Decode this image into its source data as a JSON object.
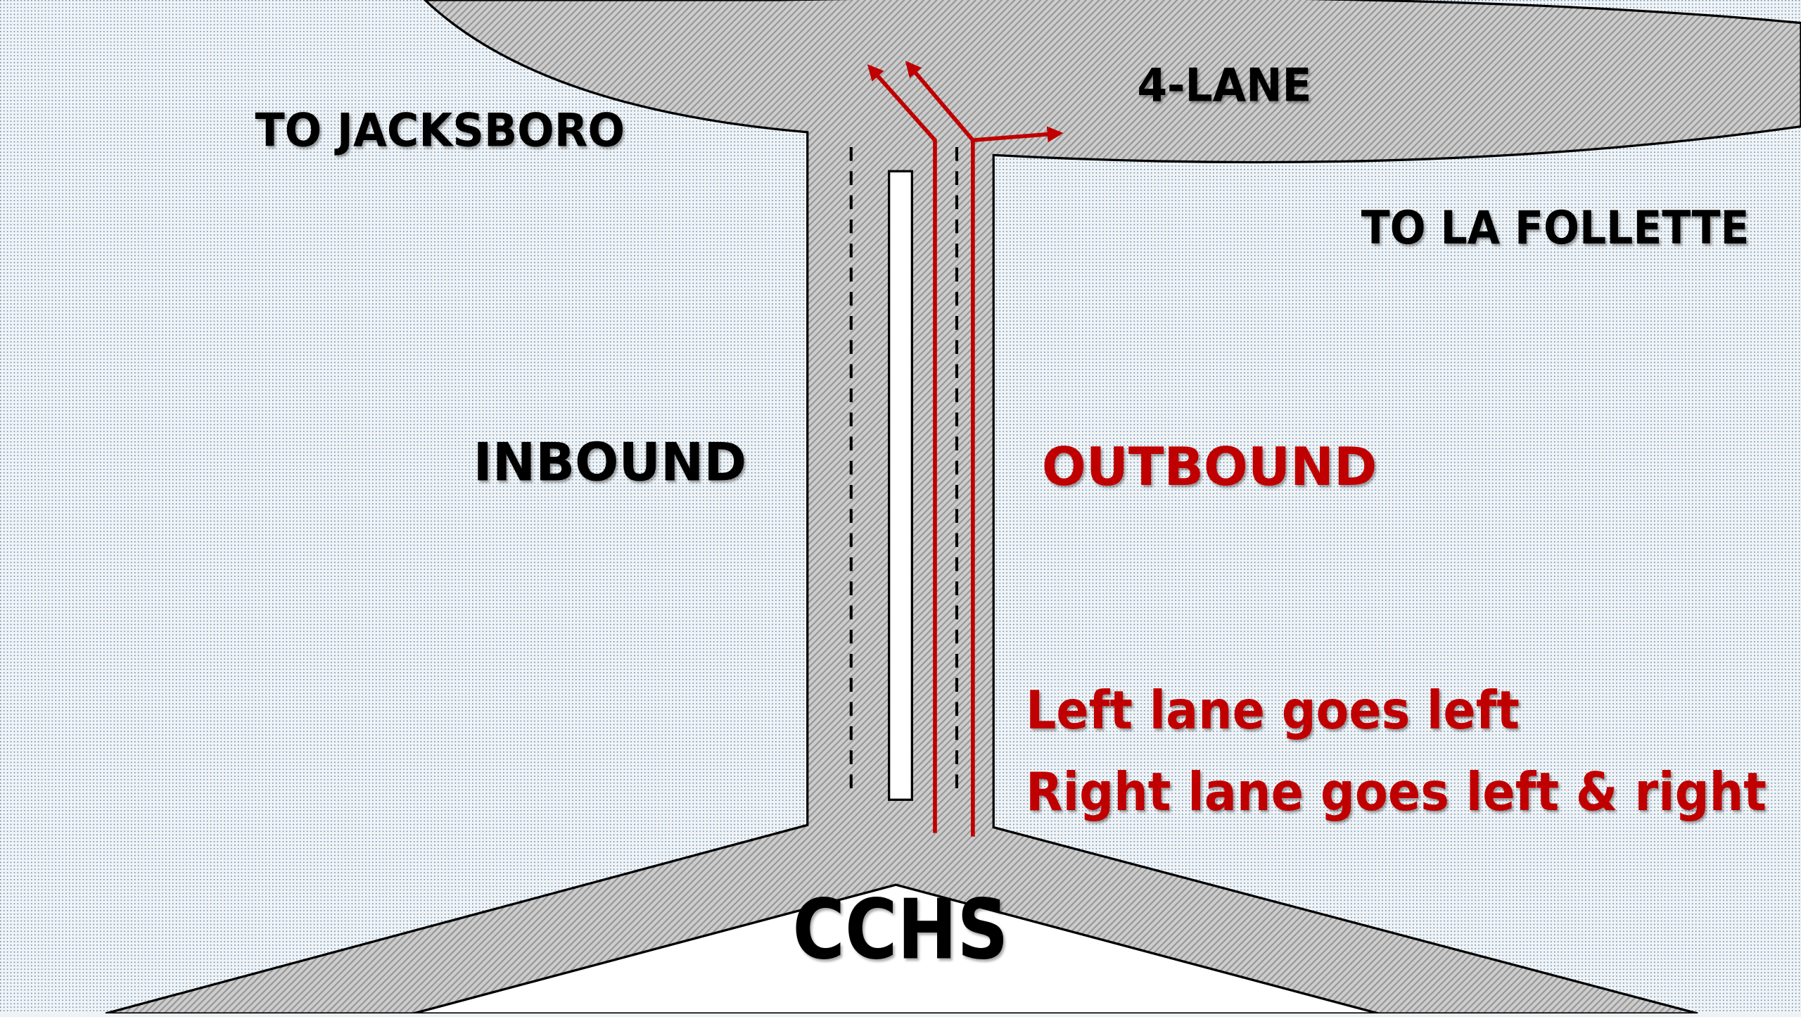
{
  "diagram": {
    "title": "CCHS traffic lane diagram",
    "labels": {
      "to_jacksboro": "TO JACKSBORO",
      "four_lane": "4-LANE",
      "to_la_follette": "TO LA FOLLETTE",
      "inbound": "INBOUND",
      "outbound": "OUTBOUND",
      "left_lane_rule": "Left lane goes left",
      "right_lane_rule": "Right lane goes left & right",
      "school": "CCHS"
    },
    "colors": {
      "background": "#eef2f5",
      "dots": "#6a8fb0",
      "road": "#c8c8c8",
      "road_stripe": "#9a9a9a",
      "outline": "#000000",
      "accent_red": "#c00000",
      "median": "#ffffff"
    },
    "routes": [
      {
        "lane": "left",
        "directions": [
          "left"
        ]
      },
      {
        "lane": "right",
        "directions": [
          "left",
          "right"
        ]
      }
    ]
  }
}
